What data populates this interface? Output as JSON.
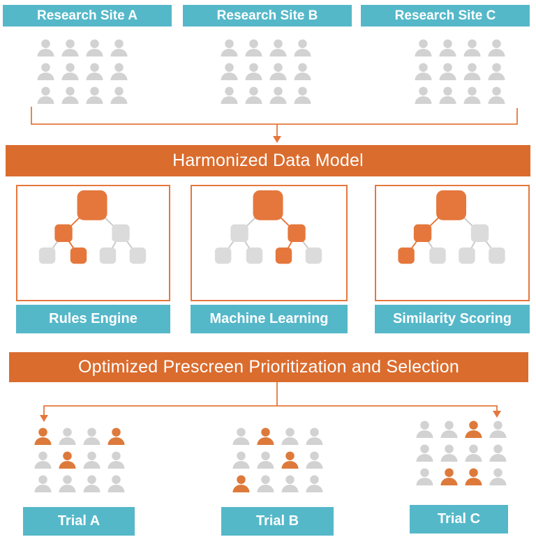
{
  "colors": {
    "teal": "#55B8C9",
    "orange_banner": "#DA6C2E",
    "orange_accent": "#E5773C",
    "orange_person": "#DD7A3B",
    "gray_person": "#D2D2D2",
    "gray_node": "#DBDBDB",
    "gray_edge": "#C9C9C9",
    "text_on_band": "#FFFFFF"
  },
  "sites": [
    {
      "label": "Research Site A",
      "pattern": [
        0,
        0,
        0,
        0,
        0,
        0,
        0,
        0,
        0,
        0,
        0,
        0
      ]
    },
    {
      "label": "Research Site B",
      "pattern": [
        0,
        0,
        0,
        0,
        0,
        0,
        0,
        0,
        0,
        0,
        0,
        0
      ]
    },
    {
      "label": "Research Site C",
      "pattern": [
        0,
        0,
        0,
        0,
        0,
        0,
        0,
        0,
        0,
        0,
        0,
        0
      ]
    }
  ],
  "harmonized_banner": {
    "label": "Harmonized Data Model"
  },
  "methods": [
    {
      "label": "Rules Engine",
      "tree": {
        "root": "orange",
        "level2": [
          "orange",
          "gray"
        ],
        "leaves": [
          "gray",
          "orange",
          "gray",
          "gray"
        ],
        "orange_edges": [
          0,
          3
        ]
      }
    },
    {
      "label": "Machine Learning",
      "tree": {
        "root": "orange",
        "level2": [
          "gray",
          "orange"
        ],
        "leaves": [
          "gray",
          "gray",
          "orange",
          "gray"
        ],
        "orange_edges": [
          1,
          4
        ]
      }
    },
    {
      "label": "Similarity Scoring",
      "tree": {
        "root": "orange",
        "level2": [
          "orange",
          "gray"
        ],
        "leaves": [
          "orange",
          "gray",
          "gray",
          "gray"
        ],
        "orange_edges": [
          0,
          2
        ]
      }
    }
  ],
  "optimized_banner": {
    "label": "Optimized Prescreen Prioritization and Selection"
  },
  "trials": [
    {
      "label": "Trial A",
      "pattern": [
        1,
        0,
        0,
        1,
        0,
        1,
        0,
        0,
        0,
        0,
        0,
        0
      ]
    },
    {
      "label": "Trial B",
      "pattern": [
        0,
        1,
        0,
        0,
        0,
        0,
        1,
        0,
        1,
        0,
        0,
        0
      ]
    },
    {
      "label": "Trial C",
      "pattern": [
        0,
        0,
        1,
        0,
        0,
        0,
        0,
        0,
        0,
        1,
        1,
        0
      ]
    }
  ]
}
